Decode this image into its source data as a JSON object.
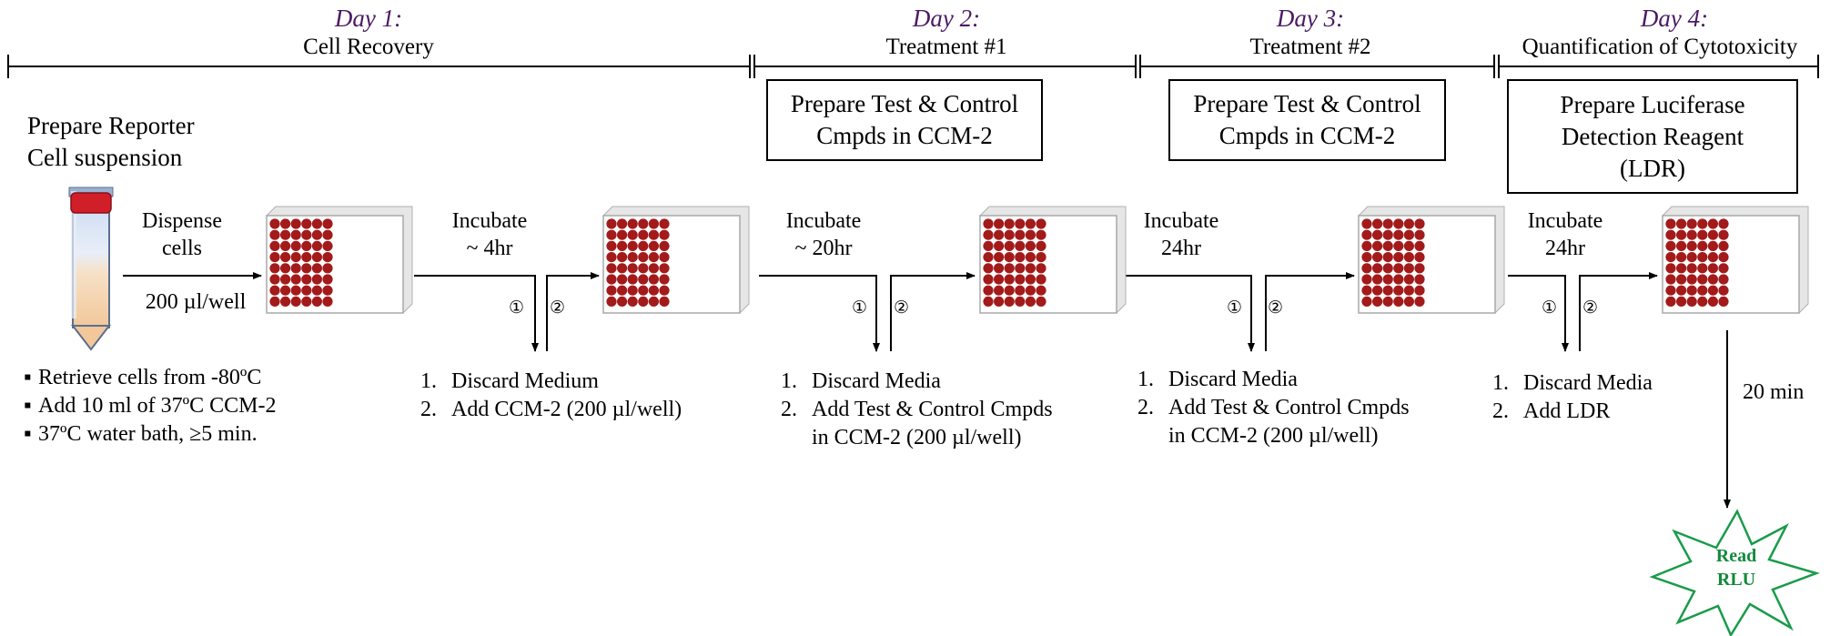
{
  "timeline": [
    {
      "day": "Day 1:",
      "phase": "Cell Recovery"
    },
    {
      "day": "Day 2:",
      "phase": "Treatment #1"
    },
    {
      "day": "Day 3:",
      "phase": "Treatment #2"
    },
    {
      "day": "Day 4:",
      "phase": "Quantification of Cytotoxicity"
    }
  ],
  "day1": {
    "prep_line1": "Prepare Reporter",
    "prep_line2": "Cell suspension",
    "dispense_line1": "Dispense",
    "dispense_line2": "cells",
    "dispense_volume": "200 µl/well",
    "bullets": [
      "Retrieve cells from -80ºC",
      "Add 10 ml of 37ºC CCM-2",
      "37ºC water bath, ≥5 min."
    ]
  },
  "transitions": [
    {
      "incubate": "Incubate",
      "time": "~ 4hr",
      "steps": [
        "Discard Medium",
        "Add CCM-2 (200 µl/well)"
      ],
      "step2_cont": ""
    },
    {
      "incubate": "Incubate",
      "time": "~ 20hr",
      "steps": [
        "Discard Media",
        "Add Test & Control Cmpds"
      ],
      "step2_cont": "in CCM-2 (200 µl/well)"
    },
    {
      "incubate": "Incubate",
      "time": "24hr",
      "steps": [
        "Discard Media",
        "Add Test & Control Cmpds"
      ],
      "step2_cont": "in CCM-2 (200 µl/well)"
    },
    {
      "incubate": "Incubate",
      "time": "24hr",
      "steps": [
        "Discard Media",
        "Add LDR"
      ],
      "step2_cont": ""
    }
  ],
  "circles": {
    "one": "①",
    "two": "②"
  },
  "numbers": {
    "one": "1.",
    "two": "2."
  },
  "boxes": {
    "day2": [
      "Prepare Test & Control",
      "Cmpds in CCM-2"
    ],
    "day3": [
      "Prepare Test & Control",
      "Cmpds in CCM-2"
    ],
    "day4": [
      "Prepare Luciferase",
      "Detection Reagent",
      "(LDR)"
    ]
  },
  "final": {
    "timer": "20 min",
    "read_line1": "Read",
    "read_line2": "RLU"
  },
  "colors": {
    "well": "#a31a1a",
    "day_label": "#4b1a63",
    "read_text": "#138a3c",
    "tube_cap": "#d11f2a"
  }
}
